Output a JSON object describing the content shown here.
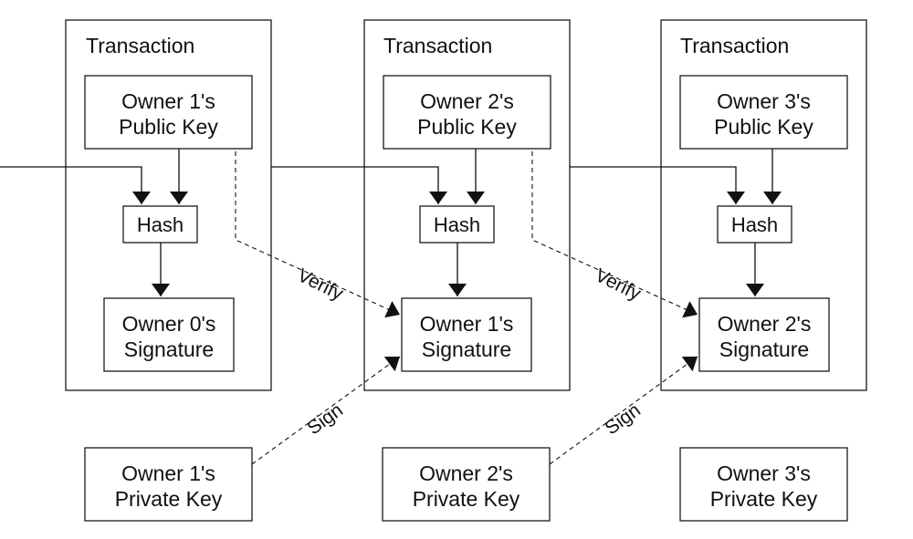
{
  "transactions": [
    {
      "title": "Transaction",
      "public_key": [
        "Owner 1's",
        "Public Key"
      ],
      "hash": "Hash",
      "signature": [
        "Owner 0's",
        "Signature"
      ]
    },
    {
      "title": "Transaction",
      "public_key": [
        "Owner 2's",
        "Public Key"
      ],
      "hash": "Hash",
      "signature": [
        "Owner 1's",
        "Signature"
      ]
    },
    {
      "title": "Transaction",
      "public_key": [
        "Owner 3's",
        "Public Key"
      ],
      "hash": "Hash",
      "signature": [
        "Owner 2's",
        "Signature"
      ]
    }
  ],
  "private_keys": [
    [
      "Owner 1's",
      "Private Key"
    ],
    [
      "Owner 2's",
      "Private Key"
    ],
    [
      "Owner 3's",
      "Private Key"
    ]
  ],
  "edge_labels": {
    "verify": "Verify",
    "sign": "Sign"
  }
}
